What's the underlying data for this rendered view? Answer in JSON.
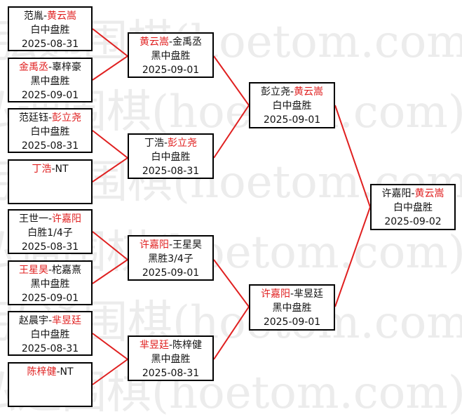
{
  "watermark": "弘通围棋(hoetom.com)",
  "matches": [
    {
      "id": "r1m1",
      "p1": "范胤",
      "p2": "黄云嵩",
      "winner": 2,
      "result": "白中盘胜",
      "date": "2025-08-31"
    },
    {
      "id": "r1m2",
      "p1": "金禹丞",
      "p2": "辜梓豪",
      "winner": 1,
      "result": "黑中盘胜",
      "date": "2025-09-01"
    },
    {
      "id": "r1m3",
      "p1": "范廷钰",
      "p2": "彭立尧",
      "winner": 2,
      "result": "白中盘胜",
      "date": "2025-08-31"
    },
    {
      "id": "r1m4",
      "p1": "丁浩",
      "p2": "NT",
      "winner": 1,
      "result": "",
      "date": ""
    },
    {
      "id": "r1m5",
      "p1": "王世一",
      "p2": "许嘉阳",
      "winner": 2,
      "result": "白胜1/4子",
      "date": "2025-08-31"
    },
    {
      "id": "r1m6",
      "p1": "王星昊",
      "p2": "柁嘉熹",
      "winner": 1,
      "result": "黑中盘胜",
      "date": "2025-09-01"
    },
    {
      "id": "r1m7",
      "p1": "赵晨宇",
      "p2": "芈昱廷",
      "winner": 2,
      "result": "白中盘胜",
      "date": "2025-08-31"
    },
    {
      "id": "r1m8",
      "p1": "陈梓健",
      "p2": "NT",
      "winner": 1,
      "result": "",
      "date": ""
    },
    {
      "id": "r2m1",
      "p1": "黄云嵩",
      "p2": "金禹丞",
      "winner": 1,
      "result": "黑中盘胜",
      "date": "2025-09-01"
    },
    {
      "id": "r2m2",
      "p1": "丁浩",
      "p2": "彭立尧",
      "winner": 2,
      "result": "白中盘胜",
      "date": "2025-08-31"
    },
    {
      "id": "r2m3",
      "p1": "许嘉阳",
      "p2": "王星昊",
      "winner": 1,
      "result": "黑胜3/4子",
      "date": "2025-09-01"
    },
    {
      "id": "r2m4",
      "p1": "芈昱廷",
      "p2": "陈梓健",
      "winner": 1,
      "result": "黑中盘胜",
      "date": "2025-08-31"
    },
    {
      "id": "r3m1",
      "p1": "彭立尧",
      "p2": "黄云嵩",
      "winner": 2,
      "result": "白中盘胜",
      "date": "2025-09-01"
    },
    {
      "id": "r3m2",
      "p1": "许嘉阳",
      "p2": "芈昱廷",
      "winner": 1,
      "result": "黑中盘胜",
      "date": "2025-09-01"
    },
    {
      "id": "final",
      "p1": "许嘉阳",
      "p2": "黄云嵩",
      "winner": 2,
      "result": "白中盘胜",
      "date": "2025-09-02"
    }
  ],
  "colors": {
    "winner": "#e02020",
    "line": "#e02020",
    "border": "#000000",
    "watermark": "#ececec"
  }
}
